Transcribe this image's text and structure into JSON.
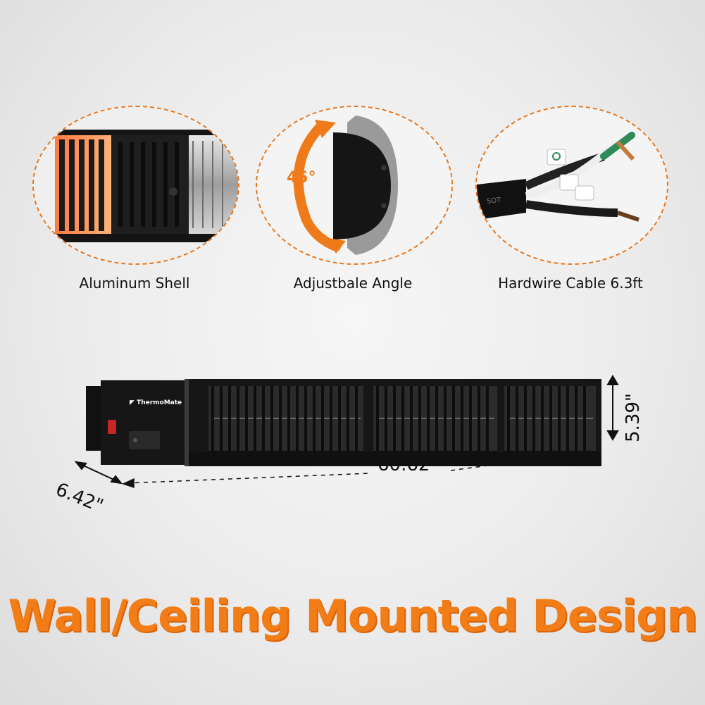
{
  "features": [
    {
      "label": "Aluminum Shell",
      "icon": "heater-grille-closeup"
    },
    {
      "label": "Adjustbale Angle",
      "icon": "angle-bracket",
      "angle_text": "45°"
    },
    {
      "label": "Hardwire Cable 6.3ft",
      "icon": "cable-wires",
      "cable_print": "SOT"
    }
  ],
  "product": {
    "brand": "ThermoMate",
    "dimensions": {
      "length": "60.62\"",
      "height": "5.39\"",
      "depth": "6.42\""
    }
  },
  "headline": "Wall/Ceiling Mounted Design",
  "colors": {
    "accent": "#f27c16",
    "body": "#1a1a1a",
    "background": "#ececec"
  }
}
